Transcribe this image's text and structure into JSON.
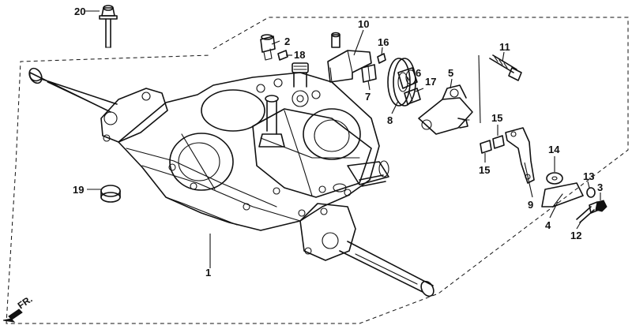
{
  "diagram": {
    "callouts": [
      "1",
      "2",
      "3",
      "4",
      "5",
      "6",
      "7",
      "8",
      "9",
      "10",
      "11",
      "12",
      "13",
      "14",
      "15",
      "15",
      "16",
      "17",
      "18",
      "19",
      "20"
    ],
    "direction_label": "FR.",
    "icons": [
      "direction-arrow-icon"
    ]
  }
}
